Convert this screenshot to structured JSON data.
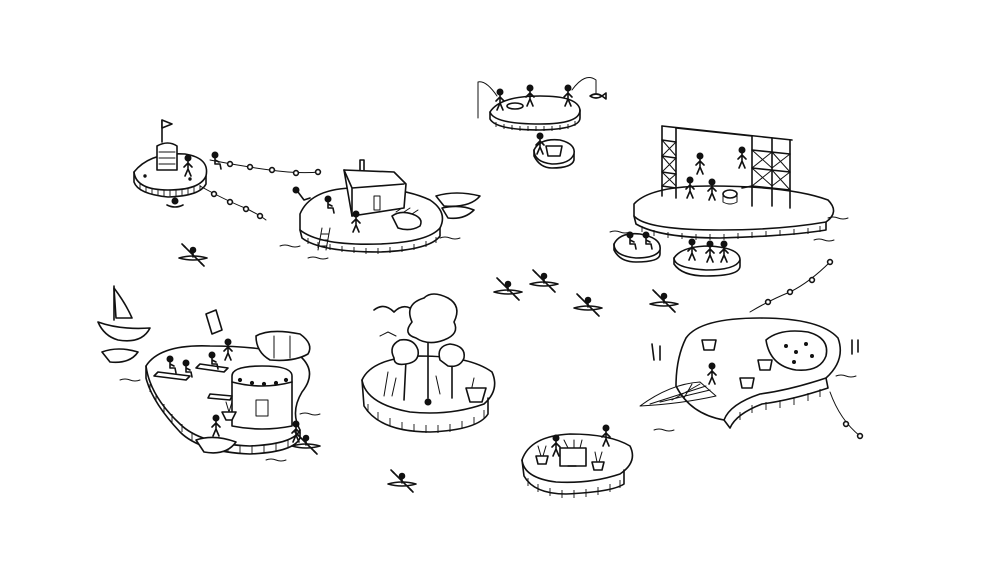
{
  "scene": {
    "style": "black ink line drawing on white",
    "ink_color": "#111111",
    "paper_color": "#ffffff"
  },
  "islands": [
    {
      "id": "flag-island",
      "icons": [
        "flag-icon",
        "tower-icon",
        "stick-figure-icon"
      ]
    },
    {
      "id": "fishing-island",
      "icons": [
        "stick-figure-icon",
        "fishing-rod-icon",
        "fish-icon"
      ]
    },
    {
      "id": "small-basket-island",
      "icons": [
        "stick-figure-icon",
        "basket-icon"
      ]
    },
    {
      "id": "cabin-island",
      "icons": [
        "cabin-icon",
        "ladder-icon",
        "rowboat-icon",
        "stick-figure-icon"
      ]
    },
    {
      "id": "stage-island",
      "icons": [
        "scaffold-stage-icon",
        "drum-kit-icon",
        "stick-figure-icon"
      ]
    },
    {
      "id": "audience-islands",
      "icons": [
        "stick-figure-icon"
      ]
    },
    {
      "id": "cafe-island",
      "icons": [
        "sailboat-icon",
        "rowboat-icon",
        "kiosk-icon",
        "picnic-table-icon",
        "stick-figure-icon"
      ]
    },
    {
      "id": "forest-island",
      "icons": [
        "tree-icon",
        "bird-icon",
        "basket-icon"
      ]
    },
    {
      "id": "market-island",
      "icons": [
        "market-stall-icon",
        "plant-pot-icon",
        "stick-figure-icon"
      ]
    },
    {
      "id": "pool-island",
      "icons": [
        "pool-icon",
        "bucket-icon",
        "fishing-net-icon",
        "stick-figure-icon"
      ]
    }
  ],
  "kayakers": 7,
  "buoy_lines": 3
}
